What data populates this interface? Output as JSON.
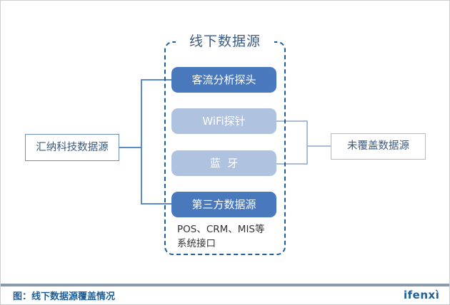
{
  "diagram": {
    "group_title": "线下数据源",
    "nodes": {
      "left_source": "汇纳科技数据源",
      "probe": "客流分析探头",
      "wifi": "WiFi探针",
      "bluetooth": "蓝  牙",
      "third_party": "第三方数据源",
      "uncovered": "未覆盖数据源"
    },
    "note_line1": "POS、CRM、MIS等",
    "note_line2": "系统接口",
    "colors": {
      "covered": "#4a78bd",
      "uncovered": "#afc3e0",
      "dashed_border": "#1f5f99",
      "connector_covered": "#5b8cc8",
      "connector_uncovered": "#aabbd6"
    }
  },
  "footer": {
    "caption": "图：线下数据源覆盖情况",
    "logo": "ifenxì"
  }
}
